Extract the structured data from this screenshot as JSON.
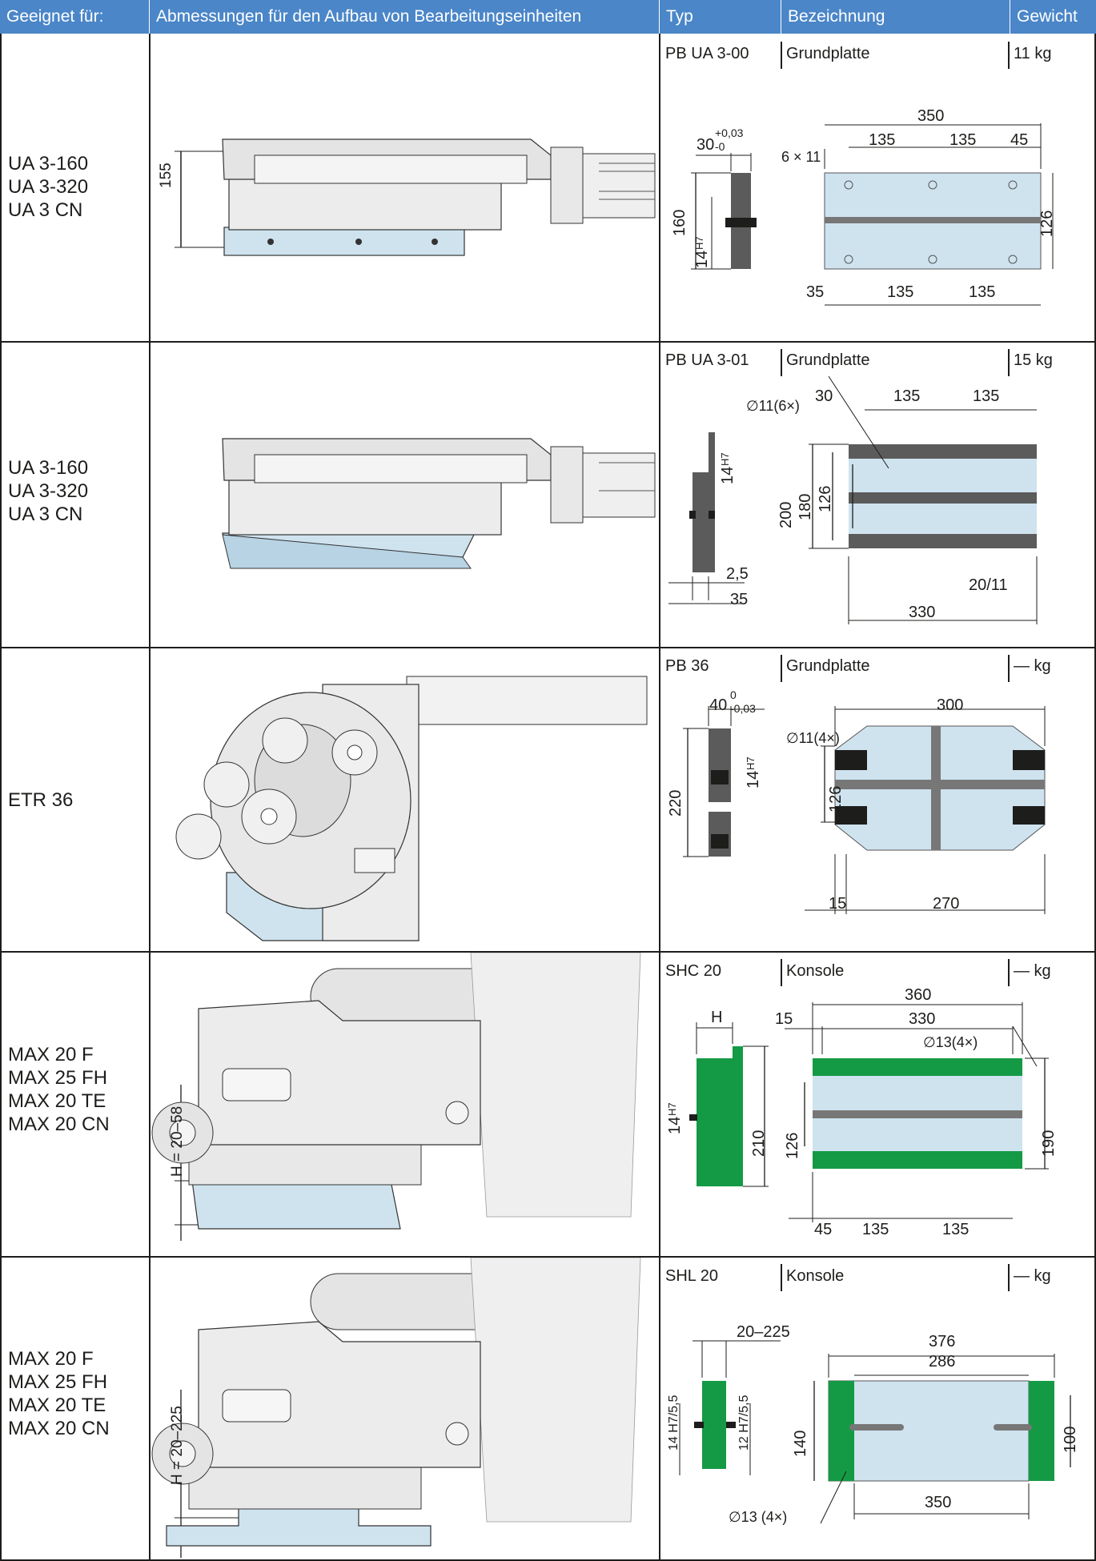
{
  "headers": {
    "suitable": "Geeignet für:",
    "dimensions": "Abmessungen für den Aufbau von Bearbeitungseinheiten",
    "type": "Typ",
    "designation": "Bezeichnung",
    "weight": "Gewicht"
  },
  "colors": {
    "header_bg": "#4a86c8",
    "plate_blue": "#cfe3ef",
    "plate_gray": "#5b5b5b",
    "plate_green": "#149a45",
    "machine_gray": "#ececec"
  },
  "rows": [
    {
      "suitable": [
        "UA 3-160",
        "UA 3-320",
        "UA 3 CN"
      ],
      "type": "PB UA 3-00",
      "designation": "Grundplatte",
      "weight": "11 kg",
      "machine_dim": "155",
      "dims": {
        "a": "30",
        "a_tol_up": "+0,03",
        "a_tol_lo": "-0",
        "b": "160",
        "c": "14",
        "c_fit": "H7",
        "d": "350",
        "e": "135",
        "f": "135",
        "g": "45",
        "h": "6 × 11",
        "i": "126",
        "j": "35",
        "k": "135",
        "l": "135"
      }
    },
    {
      "suitable": [
        "UA 3-160",
        "UA 3-320",
        "UA 3 CN"
      ],
      "type": "PB UA 3-01",
      "designation": "Grundplatte",
      "weight": "15 kg",
      "dims": {
        "a": "∅11(6×)",
        "b": "30",
        "c": "135",
        "d": "135",
        "e": "14",
        "e_fit": "H7",
        "f": "200",
        "g": "180",
        "h": "126",
        "i": "2,5",
        "j": "35",
        "k": "20/11",
        "l": "330"
      }
    },
    {
      "suitable": [
        "ETR 36"
      ],
      "type": "PB 36",
      "designation": "Grundplatte",
      "weight": "— kg",
      "dims": {
        "a": "40",
        "a_tol_up": "0",
        "a_tol_lo": "-0,03",
        "b": "∅11(4×)",
        "c": "300",
        "d": "14",
        "d_fit": "H7",
        "e": "220",
        "f": "126",
        "g": "15",
        "h": "270"
      }
    },
    {
      "suitable": [
        "MAX 20 F",
        "MAX 25 FH",
        "MAX 20 TE",
        "MAX 20 CN"
      ],
      "type": "SHC 20",
      "designation": "Konsole",
      "weight": "— kg",
      "machine_dim": "H = 20–58",
      "dims": {
        "a": "360",
        "b": "15",
        "c": "330",
        "d": "∅13(4×)",
        "e": "H",
        "f": "14",
        "f_fit": "H7",
        "g": "210",
        "h": "126",
        "i": "190",
        "j": "45",
        "k": "135",
        "l": "135"
      }
    },
    {
      "suitable": [
        "MAX 20 F",
        "MAX 25 FH",
        "MAX 20 TE",
        "MAX 20 CN"
      ],
      "type": "SHL 20",
      "designation": "Konsole",
      "weight": "— kg",
      "machine_dim": "H = 20–225",
      "dims": {
        "a": "20–225",
        "b": "376",
        "c": "286",
        "d": "14 H7/5,5",
        "e": "12 H7/5,5",
        "f": "140",
        "g": "100",
        "h": "∅13 (4×)",
        "i": "350"
      }
    }
  ]
}
